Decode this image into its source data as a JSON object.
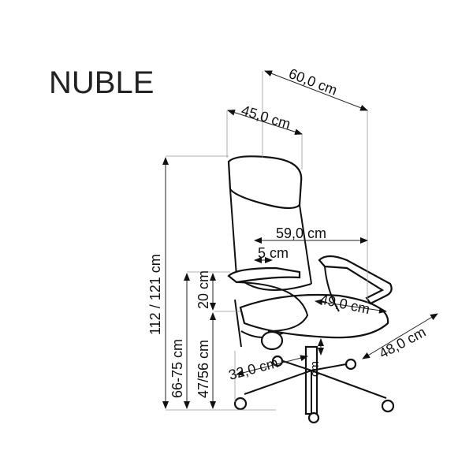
{
  "title": "NUBLE",
  "dimensions": {
    "overall_depth": "60,0 cm",
    "backrest_width": "45,0 cm",
    "armrest_width": "59,0 cm",
    "armrest_offset": "5 cm",
    "seat_width": "49,0 cm",
    "seat_depth": "48,0 cm",
    "base_radius": "32,0 cm",
    "gas_lift": "cm",
    "total_height": "112 / 121 cm",
    "armrest_height": "66-75 cm",
    "seat_height": "47/56 cm",
    "armrest_above_seat": "20 cm"
  }
}
